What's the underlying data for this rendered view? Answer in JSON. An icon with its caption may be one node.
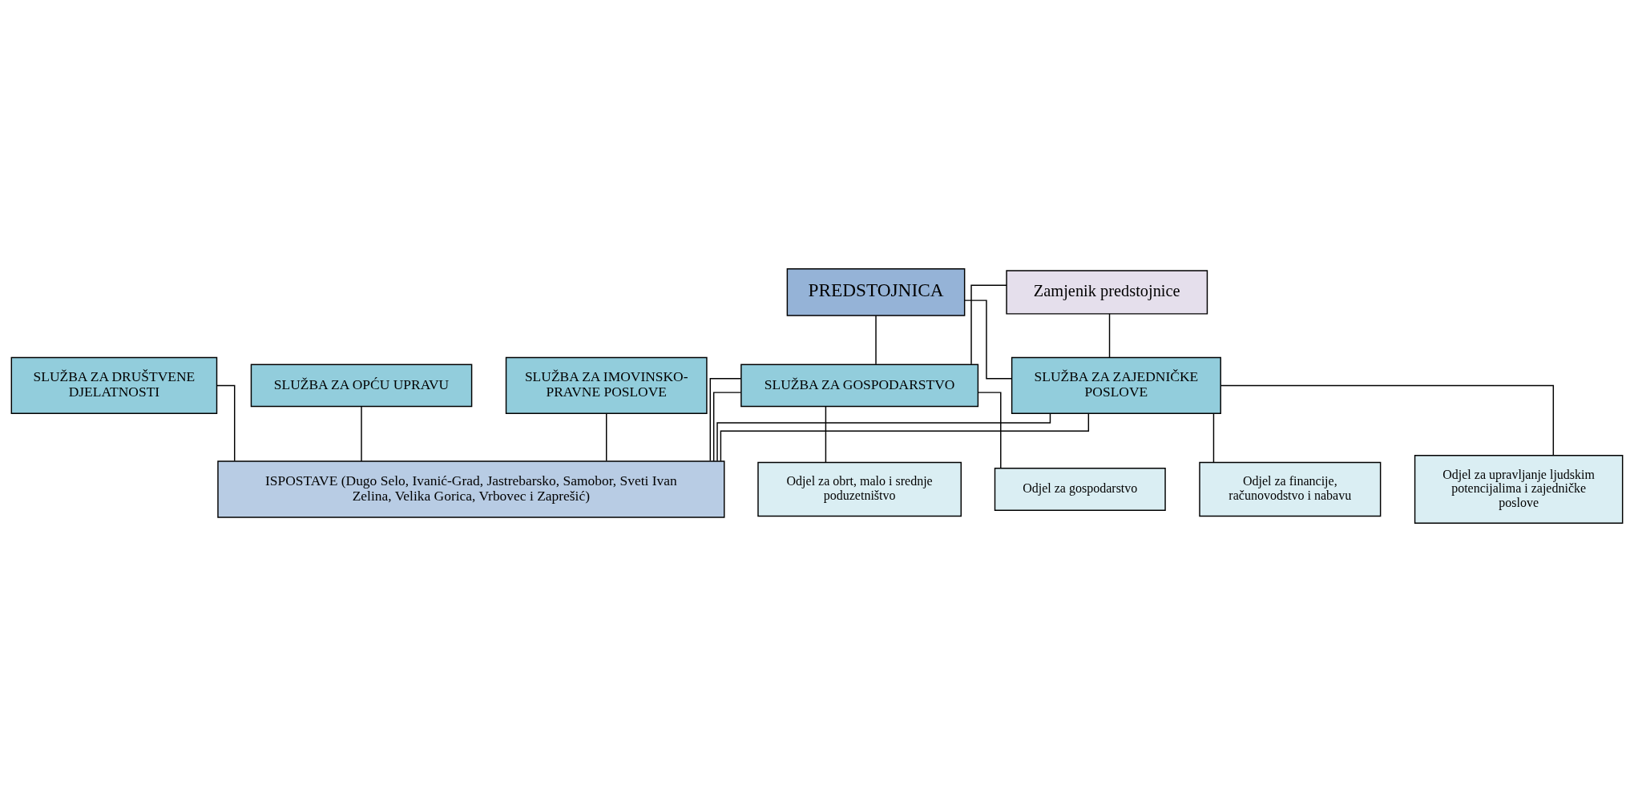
{
  "diagram": {
    "nodes": [
      {
        "text": [
          "PREDSTOJNICA"
        ]
      },
      {
        "text": [
          "Zamjenik predstojnice"
        ]
      },
      {
        "text": [
          "SLUŽBA ZA GOSPODARSTVO"
        ]
      },
      {
        "text": [
          "SLUŽBA ZA DRUŠTVENE DJELATNOSTI"
        ]
      },
      {
        "text": [
          "SLUŽBA ZA OPĆU UPRAVU"
        ]
      },
      {
        "text": [
          "SLUŽBA ZA IMOVINSKO-PRAVNE POSLOVE"
        ]
      },
      {
        "text": [
          "SLUŽBA ZA ZAJEDNIČKE POSLOVE"
        ]
      },
      {
        "text": [
          "ISPOSTAVE (Dugo Selo, Ivanić-Grad, Jastrebarsko, Samobor, Sveti Ivan Zelina, Velika Gorica, Vrbovec i Zaprešić)"
        ]
      },
      {
        "text": [
          "Odjel za obrt, malo i srednje poduzetništvo"
        ]
      },
      {
        "text": [
          "Odjel za financije, računovodstvo i nabavu"
        ]
      },
      {
        "text": [
          "Odjel za gospodarstvo"
        ]
      },
      {
        "text": [
          "Odjel za upravljanje ljudskim potencijalima i zajedničke poslove"
        ]
      }
    ],
    "edges": [
      {
        "from": 0,
        "to": 2,
        "arrow": "none"
      },
      {
        "from": 0,
        "to": 6,
        "arrow": "none"
      },
      {
        "from": 1,
        "to": 2,
        "arrow": "none"
      },
      {
        "from": 1,
        "to": 6,
        "arrow": "none"
      },
      {
        "from": 2,
        "to": 7,
        "arrow": "none"
      },
      {
        "from": 3,
        "to": 7,
        "arrow": "none"
      },
      {
        "from": 4,
        "to": 7,
        "arrow": "none"
      },
      {
        "from": 5,
        "to": 7,
        "arrow": "none"
      },
      {
        "from": 6,
        "to": 7,
        "arrow": "none"
      },
      {
        "from": 2,
        "to": 7,
        "arrow": "none"
      },
      {
        "from": 2,
        "to": 8,
        "arrow": "none"
      },
      {
        "from": 2,
        "to": 10,
        "arrow": "none"
      },
      {
        "from": 6,
        "to": 7,
        "arrow": "none"
      },
      {
        "from": 6,
        "to": 9,
        "arrow": "none"
      },
      {
        "from": 6,
        "to": 11,
        "arrow": "none"
      }
    ]
  }
}
